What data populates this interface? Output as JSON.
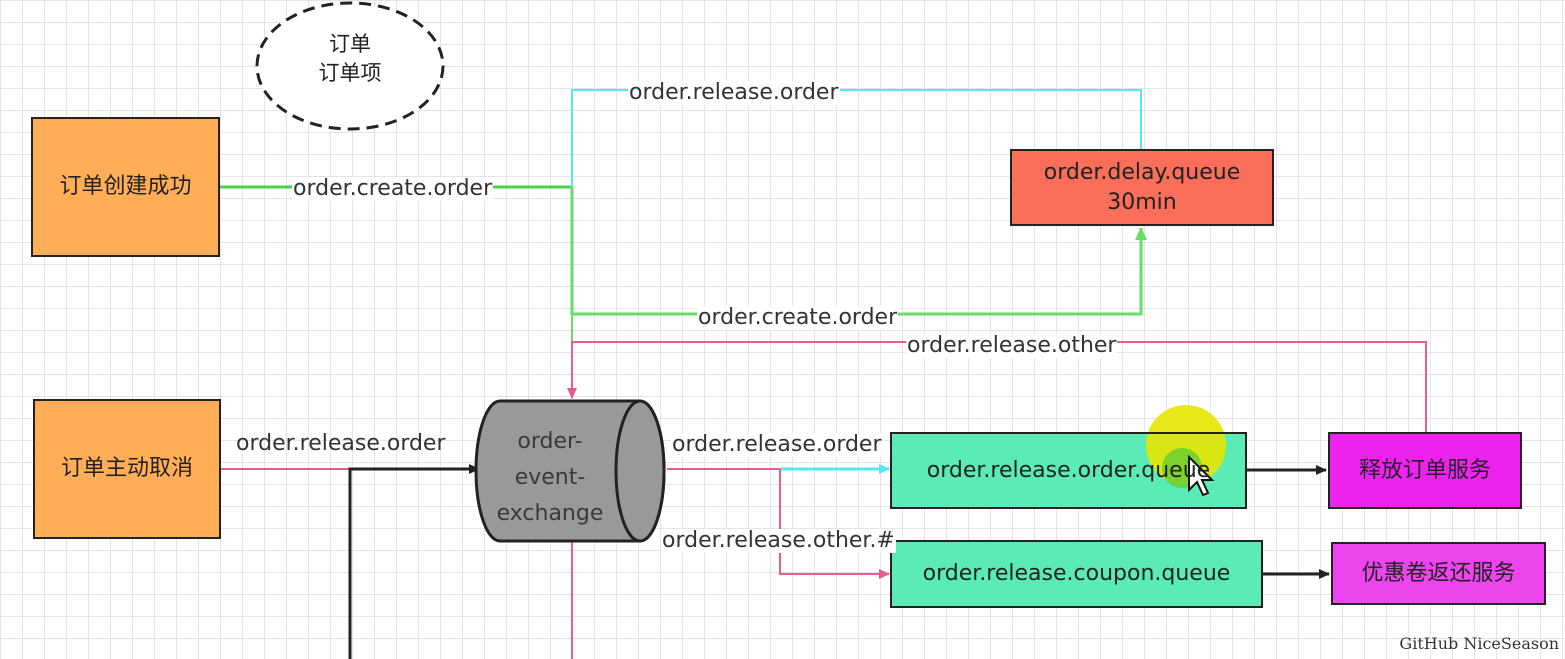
{
  "diagram": {
    "entity_note": {
      "line1": "订单",
      "line2": "订单项"
    },
    "nodes": {
      "order_created": "订单创建成功",
      "order_cancel": "订单主动取消",
      "delay_queue": {
        "line1": "order.delay.queue",
        "line2": "30min"
      },
      "exchange": {
        "line1": "order-",
        "line2": "event-",
        "line3": "exchange"
      },
      "release_order_queue": "order.release.order.queue",
      "release_coupon_queue": "order.release.coupon.queue",
      "release_order_service": "释放订单服务",
      "coupon_return_service": "优惠卷返还服务"
    },
    "edge_labels": {
      "top_release_order": "order.release.order",
      "create_order_top": "order.create.order",
      "create_order_mid": "order.create.order",
      "release_other": "order.release.other",
      "cancel_release_order": "order.release.order",
      "exchange_release_order": "order.release.order",
      "release_other_wildcard": "order.release.other.#"
    },
    "colors": {
      "green": "#44d444",
      "cyan": "#55e6f0",
      "pink_line": "#ea5c8f",
      "black": "#222222"
    }
  },
  "watermark": "GitHub NiceSeason"
}
